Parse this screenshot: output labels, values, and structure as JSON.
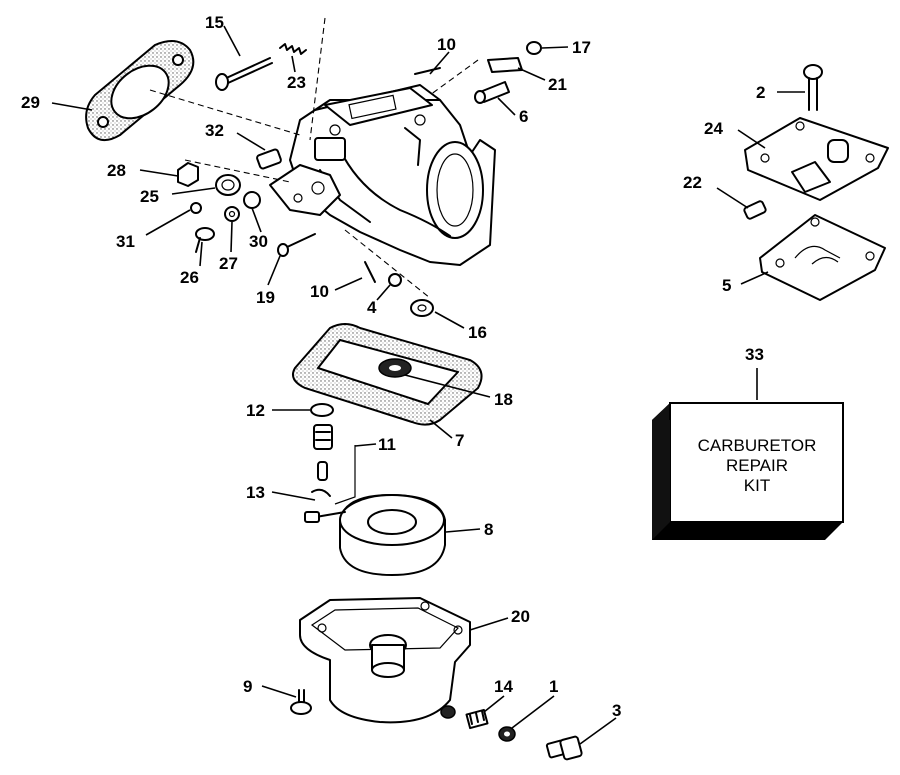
{
  "kit": {
    "line1": "CARBURETOR",
    "line2": "REPAIR",
    "line3": "KIT"
  },
  "callouts": [
    "15",
    "23",
    "10",
    "17",
    "21",
    "29",
    "6",
    "32",
    "28",
    "25",
    "31",
    "30",
    "26",
    "27",
    "19",
    "10",
    "4",
    "16",
    "2",
    "24",
    "22",
    "5",
    "33",
    "18",
    "12",
    "11",
    "7",
    "13",
    "8",
    "20",
    "9",
    "14",
    "1",
    "3"
  ]
}
